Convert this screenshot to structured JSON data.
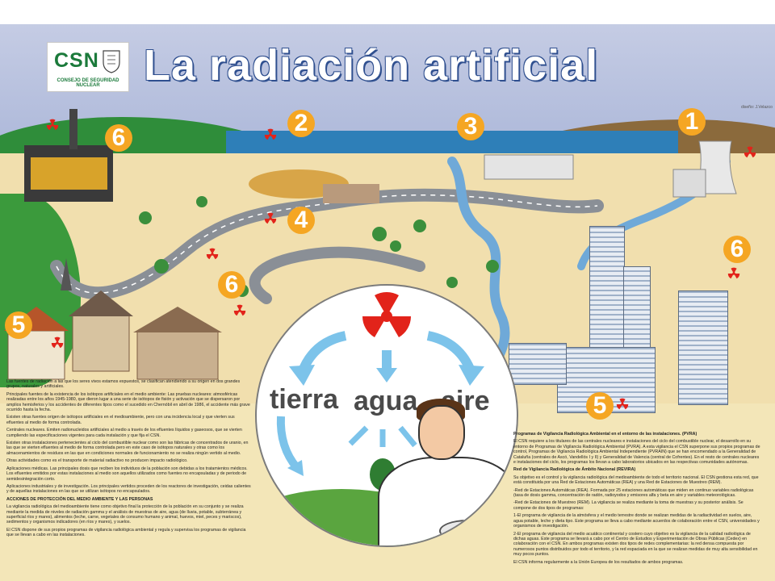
{
  "logo": {
    "text": "CSN",
    "subtitle": "CONSEJO DE SEGURIDAD NUCLEAR"
  },
  "title": "La radiación artificial",
  "badges": [
    "1",
    "2",
    "3",
    "4",
    "5",
    "5",
    "6",
    "6",
    "6"
  ],
  "circle": {
    "words": [
      "tierra",
      "agua",
      "aire"
    ]
  },
  "artist_credit": "diseño: J.Velazco",
  "left_text": [
    "Las fuentes de radiación a las que los seres vivos estamos expuestos, se clasifican atendiendo a su origen en dos grandes grupos, naturales y artificiales.",
    "Principales fuentes de la existencia de los isótopos artificiales en el medio ambiente: Las pruebas nucleares: atmosféricas realizadas entre los años 1945-1980, que dieron lugar a una serie de isótopos de fisión y activación que se dispersaron por amplios hemisferios y los accidentes de diferentes tipos como el sucedido en Chernóbil en abril de 1986, el accidente más grave ocurrido hasta la fecha.",
    "Existen otras fuentes origen de isótopos artificiales en el medioambiente, pero con una incidencia local y que vierten sus efluentes al medio de forma controlada.",
    "Centrales nucleares. Emiten radionucleidos artificiales al medio a través de los efluentes líquidos y gaseosos, que se vierten cumpliendo las especificaciones vigentes para cada instalación y que fija el CSN.",
    "Existen otras instalaciones pertenecientes al ciclo del combustible nuclear como son las fábricas de concentrados de uranio, en las que se vierten efluentes al medio de forma controlada pero en este caso de isótopos naturales y otras como los almacenamientos de residuos en las que en condiciones normales de funcionamiento no se realiza ningún vertido al medio.",
    "Otras actividades como es el transporte de material radiactivo no producen impacto radiológico.",
    "Aplicaciones médicas. Las principales dosis que reciben los individuos de la población son debidas a los tratamientos médicos. Los efluentes emitidos por estas instalaciones al medio son aquellos utilizados como fuentes no encapsuladas y de periodo de semidesintegración corto.",
    "Aplicaciones industriales y de investigación. Los principales vertidos proceden de los reactores de investigación, ceidas calientes y de aquellas instalaciones en las que se utilizan isótopos no encapsulados.",
    "ACCIONES DE PROTECCIÓN DEL MEDIO AMBIENTE Y LAS PERSONAS",
    "La vigilancia radiológica del medioambiente tiene como objetivo final la protección de la población en su conjunto y se realiza mediante la medida de niveles de radiación gamma y el análisis de muestras de aire, agua (de lluvia, potable, subterránea y superficial ríos y mares), alimentos (leche, carne, vegetales de consumo humano y animal, huevos, miel, peces y mariscos), sedimentos y organismos indicadores (en ríos y mares), y suelos.",
    "El CSN dispone de sus propios programas de vigilancia radiológica ambiental y regula y supervisa los programas de vigilancia que se llevan a cabo en las instalaciones."
  ],
  "right_text": [
    "Programas de Vigilancia Radiológica Ambiental en el entorno de las instalaciones. (PVRA)",
    "El CSN requiere a los titulares de las centrales nucleares e instalaciones del ciclo del combustible nuclear, el desarrollo en su entorno de Programas de Vigilancia Radiológica Ambiental (PVRA). A esta vigilancia el CSN superpone sus propios programas de control, Programas de Vigilancia Radiológica Ambiental Independiente (PVRAIN) que se han encomendado a la Generalidad de Cataluña (centrales de Ascó, Vandellós I y II) y Generalidad de Valencia (central de Cofrentes). En el resto de centrales nucleares e instalaciones del ciclo, los programas los llevan a cabo laboratorios ubicados en las respectivas comunidades autónomas.",
    "Red de Vigilancia Radiológica de Ámbito Nacional (REVIRA)",
    "Su objetivo es el control y la vigilancia radiológica del medioambiente de todo el territorio nacional. El CSN gestiona esta red, que está constituida por una Red de Estaciones Automáticas (REA) y una Red de Estaciones de Muestreo (REM).",
    "-Red de Estaciones Automáticas (REA). Formada por 25 estaciones automáticas que miden en continuo variables radiológicas (tasa de dosis gamma, concentración de radón, radioyodos y emisores alfa y beta en aire y variables meteorológicas.",
    "-Red de Estaciones de Muestreo (REM). La vigilancia se realiza mediante la toma de muestras y su posterior análisis. Se compone de dos tipos de programas:",
    "1-El programa de vigilancia de la atmósfera y el medio terrestre donde se realizan medidas de la radiactividad en suelos, aire, agua potable, leche y dieta tipo. Este programa se lleva a cabo mediante acuerdos de colaboración entre el CSN, universidades y organismos de investigación.",
    "2-El programa de vigilancia del medio acuático continental y costero cuyo objetivo es la vigilancia de la calidad radiológica de dichas aguas. Este programa se llevará a cabo por el Centro de Estudios y Experimentación de Obras Públicas (Cedex) en colaboración con el CSN. En ambos programas existen dos tipos de redes complementarias: la red densa compuesta por numerosos puntos distribuidos por todo el territorio, y la red espaciada en la que se realizan medidas de muy alta sensibilidad en muy pocos puntos.",
    "El CSN informa regularmente a la Unión Europea de los resultados de ambos programas."
  ],
  "colors": {
    "badge": "#f5a623",
    "title_outline": "#2f4f8f",
    "csn_green": "#1b7a3b",
    "radiation_red": "#e2231a",
    "arrow_blue": "#7cc3ea"
  }
}
